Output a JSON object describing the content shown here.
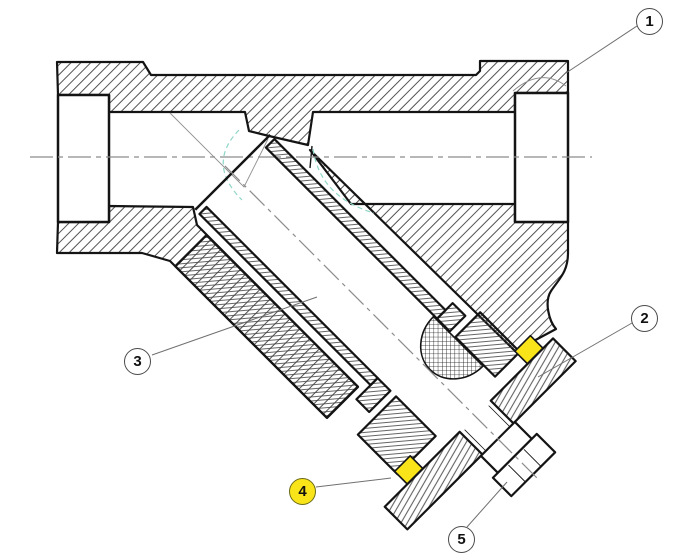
{
  "drawing": {
    "kind": "sectional-part-drawing",
    "callout_count": "5"
  },
  "balloons": [
    {
      "label": "1",
      "highlighted": false
    },
    {
      "label": "2",
      "highlighted": false
    },
    {
      "label": "3",
      "highlighted": false
    },
    {
      "label": "4",
      "highlighted": true
    },
    {
      "label": "5",
      "highlighted": false
    }
  ],
  "colors": {
    "highlight": "#F9E41A",
    "hidden_line": "#8ED5C6",
    "centerline": "#8C8C8C",
    "leader": "#707070",
    "outline": "#141414",
    "background": "#FFFFFF"
  }
}
